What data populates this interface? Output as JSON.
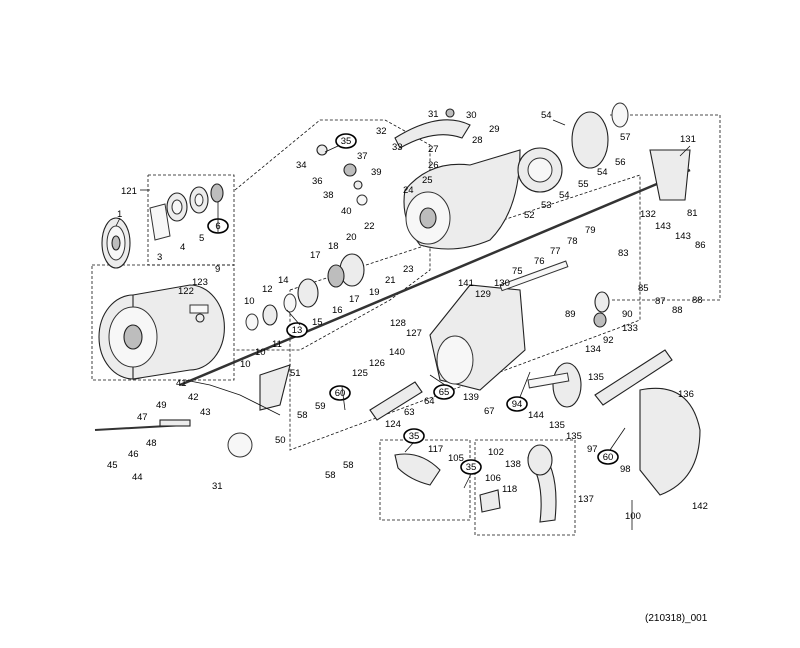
{
  "drawing_code": "(210318)_001",
  "labels": {
    "l1": "1",
    "l3": "3",
    "l4": "4",
    "l5": "5",
    "l6": "6",
    "l9": "9",
    "l10a": "10",
    "l10b": "10",
    "l10c": "10",
    "l11": "11",
    "l12": "12",
    "l13": "13",
    "l14": "14",
    "l15": "15",
    "l16": "16",
    "l17a": "17",
    "l17b": "17",
    "l18": "18",
    "l19": "19",
    "l20": "20",
    "l21": "21",
    "l22": "22",
    "l23": "23",
    "l24": "24",
    "l25": "25",
    "l26": "26",
    "l27": "27",
    "l28": "28",
    "l29": "29",
    "l30": "30",
    "l31a": "31",
    "l31b": "31",
    "l32": "32",
    "l33": "33",
    "l34": "34",
    "l35a": "35",
    "l35b": "35",
    "l35c": "35",
    "l36": "36",
    "l37": "37",
    "l38": "38",
    "l39": "39",
    "l40": "40",
    "l41": "41",
    "l42": "42",
    "l43": "43",
    "l44": "44",
    "l45": "45",
    "l46": "46",
    "l47": "47",
    "l48": "48",
    "l49": "49",
    "l50": "50",
    "l51": "51",
    "l52": "52",
    "l53": "53",
    "l54a": "54",
    "l54b": "54",
    "l54c": "54",
    "l55": "55",
    "l56": "56",
    "l57": "57",
    "l58a": "58",
    "l58b": "58",
    "l58c": "58",
    "l59": "59",
    "l60a": "60",
    "l60b": "60",
    "l63": "63",
    "l64": "64",
    "l65": "65",
    "l67": "67",
    "l75": "75",
    "l76": "76",
    "l77": "77",
    "l78": "78",
    "l79": "79",
    "l81": "81",
    "l83": "83",
    "l85": "85",
    "l86": "86",
    "l87": "87",
    "l88a": "88",
    "l88b": "88",
    "l89": "89",
    "l90": "90",
    "l92": "92",
    "l94": "94",
    "l97": "97",
    "l98": "98",
    "l100": "100",
    "l102": "102",
    "l105": "105",
    "l106": "106",
    "l117": "117",
    "l118": "118",
    "l121": "121",
    "l122": "122",
    "l123": "123",
    "l124": "124",
    "l125": "125",
    "l126": "126",
    "l127": "127",
    "l128": "128",
    "l129": "129",
    "l130": "130",
    "l131": "131",
    "l132": "132",
    "l133": "133",
    "l134": "134",
    "l135a": "135",
    "l135b": "135",
    "l135c": "135",
    "l136": "136",
    "l137": "137",
    "l138": "138",
    "l139": "139",
    "l140": "140",
    "l141": "141",
    "l142": "142",
    "l143a": "143",
    "l143b": "143",
    "l144": "144"
  }
}
